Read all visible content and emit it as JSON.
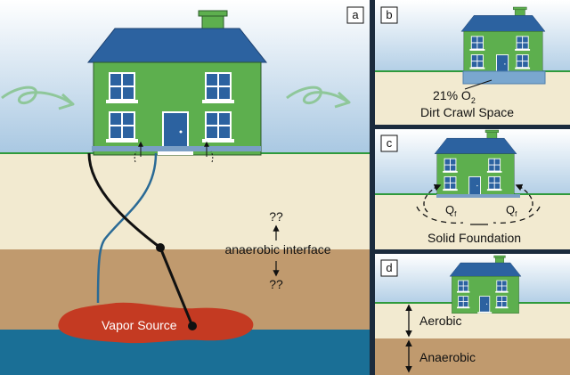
{
  "panels": {
    "a": {
      "letter": "a",
      "labels": {
        "question_top": "??",
        "interface": "anaerobic interface",
        "question_bottom": "??",
        "source": "Vapor Source"
      }
    },
    "b": {
      "letter": "b",
      "o2_value": "21% O",
      "o2_sub": "2",
      "crawl": "Dirt Crawl Space"
    },
    "c": {
      "letter": "c",
      "q_main": "Q",
      "q_sub": "f",
      "foundation": "Solid Foundation"
    },
    "d": {
      "letter": "d",
      "aerobic": "Aerobic",
      "anaerobic": "Anaerobic"
    }
  },
  "colors": {
    "sky_top": "#ffffff",
    "sky_bottom": "#a9c8e2",
    "soil_light": "#f2ead0",
    "soil_dark": "#c09a6e",
    "water": "#1a6f96",
    "grass": "#2f9a3c",
    "house": "#5daf4e",
    "roof": "#2c62a0",
    "chimney": "#5daf4e",
    "vapor": "#c43a22",
    "arrow_green": "#8fc79a"
  }
}
